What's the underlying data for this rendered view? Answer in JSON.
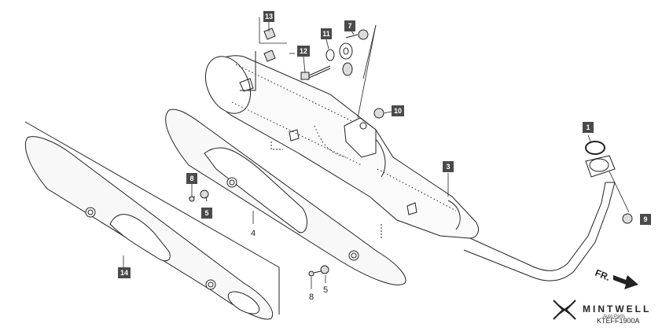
{
  "callouts": {
    "c1": "1",
    "c3": "3",
    "c5": "5",
    "c7": "7",
    "c8": "8",
    "c9": "9",
    "c10": "10",
    "c11": "11",
    "c12": "12",
    "c13": "13",
    "c14": "14"
  },
  "labels": {
    "l4": "4",
    "l5": "5",
    "l8": "8"
  },
  "direction": {
    "text": "FR."
  },
  "brand": {
    "name": "MINTWELL",
    "sub": "Auto Parts",
    "code": "KTEFF1900A"
  },
  "colors": {
    "callout_fill": "#4a4a4a",
    "line": "#222222",
    "part_fill": "#f4f4f4"
  }
}
